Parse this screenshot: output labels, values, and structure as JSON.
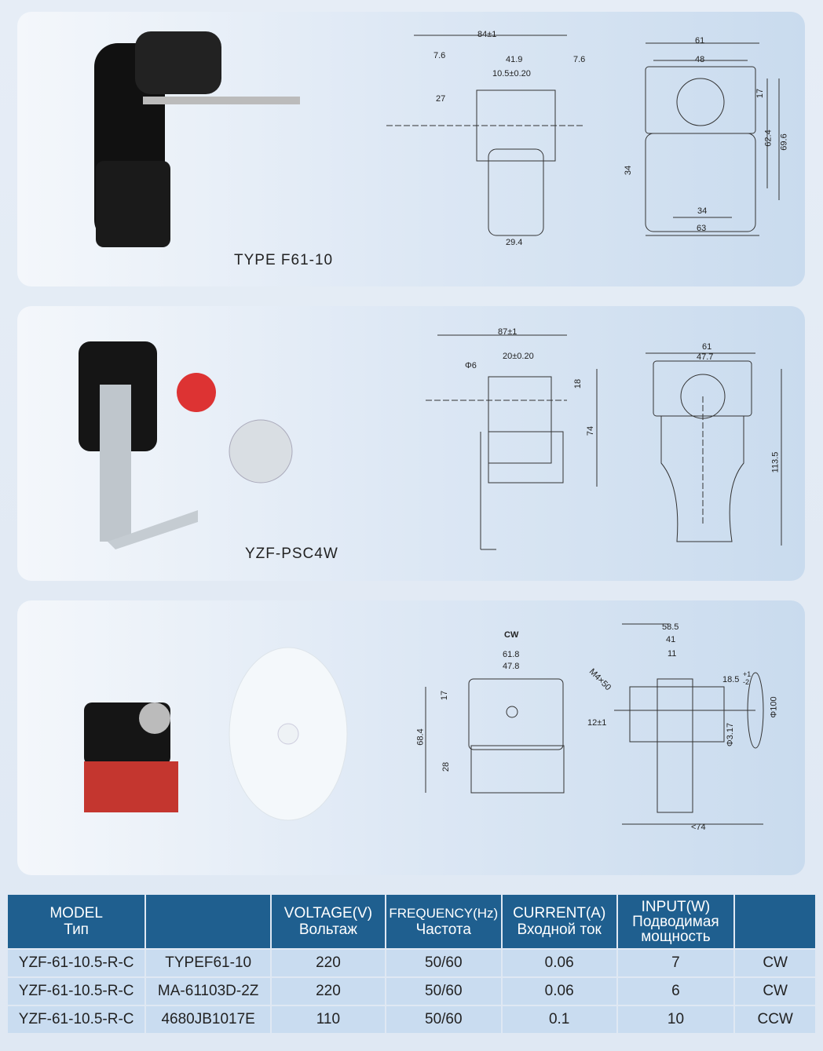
{
  "products": [
    {
      "caption": "TYPE  F61-10",
      "dims_side": [
        "84±1",
        "7.6",
        "41.9",
        "7.6",
        "10.5±0.20",
        "27",
        "29.4"
      ],
      "dims_front": [
        "61",
        "48",
        "17",
        "62.4",
        "69.6",
        "34",
        "34",
        "63"
      ]
    },
    {
      "caption": "YZF-PSC4W",
      "dims_side": [
        "87±1",
        "20±0.20",
        "Φ6",
        "18",
        "74"
      ],
      "dims_front": [
        "61",
        "47.7",
        "113.5"
      ]
    },
    {
      "caption": "",
      "rotation": "CW",
      "dims_front": [
        "61.8",
        "47.8",
        "17",
        "68.4",
        "28"
      ],
      "dims_side": [
        "58.5",
        "41",
        "11",
        "M4×50",
        "18.5",
        "+1",
        "-2",
        "12±1",
        "Φ100",
        "Φ3.17",
        "<74"
      ]
    }
  ],
  "table": {
    "headers": [
      [
        "MODEL",
        "Тип"
      ],
      [
        "",
        ""
      ],
      [
        "VOLTAGE(V)",
        "Вольтаж"
      ],
      [
        "FREQUENCY(Hz)",
        "Частота"
      ],
      [
        "CURRENT(A)",
        "Входной ток"
      ],
      [
        "INPUT(W)",
        "Подводимая мощность"
      ],
      [
        "",
        ""
      ]
    ],
    "rows": [
      [
        "YZF-61-10.5-R-C",
        "TYPEF61-10",
        "220",
        "50/60",
        "0.06",
        "7",
        "CW"
      ],
      [
        "YZF-61-10.5-R-C",
        "MA-61103D-2Z",
        "220",
        "50/60",
        "0.06",
        "6",
        "CW"
      ],
      [
        "YZF-61-10.5-R-C",
        "4680JB1017E",
        "110",
        "50/60",
        "0.1",
        "10",
        "CCW"
      ]
    ]
  }
}
